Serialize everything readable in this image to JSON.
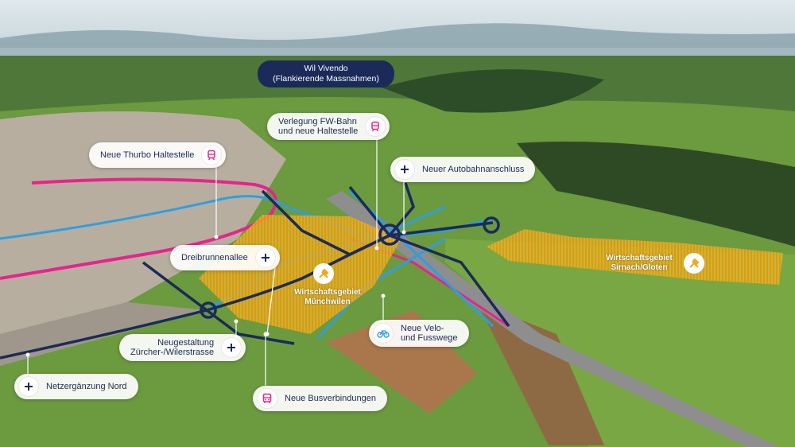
{
  "title": {
    "line1": "Wil Vivendo",
    "line2": "(Flankierende Massnahmen)"
  },
  "colors": {
    "accent": "#e6248d",
    "road": "#1b2a58",
    "velo": "#2f9ee0",
    "zone": "#f0a81c"
  },
  "callouts": {
    "thurbo": {
      "label": "Neue Thurbo Haltestelle",
      "icon": "train-icon"
    },
    "fwbahn": {
      "line1": "Verlegung FW-Bahn",
      "line2": "und neue Haltestelle",
      "icon": "train-icon"
    },
    "autobahn": {
      "label": "Neuer Autobahnanschluss",
      "icon": "plus-icon"
    },
    "dreibrunnen": {
      "label": "Dreibrunnenallee",
      "icon": "plus-icon"
    },
    "velo": {
      "line1": "Neue Velo-",
      "line2": "und Fusswege",
      "icon": "bicycle-icon"
    },
    "zuercher": {
      "line1": "Neugestaltung",
      "line2": "Zürcher-/Wilerstrasse",
      "icon": "plus-icon"
    },
    "netz": {
      "label": "Netzergänzung Nord",
      "icon": "plus-icon"
    },
    "bus": {
      "label": "Neue Busverbindungen",
      "icon": "bus-icon"
    }
  },
  "zones": {
    "muenchwilen": {
      "line1": "Wirtschaftsgebiet",
      "line2": "Münchwilen",
      "icon": "tools-icon"
    },
    "sirnach": {
      "line1": "Wirtschaftsgebiet",
      "line2": "Sirnach/Gloten",
      "icon": "tools-icon"
    }
  }
}
